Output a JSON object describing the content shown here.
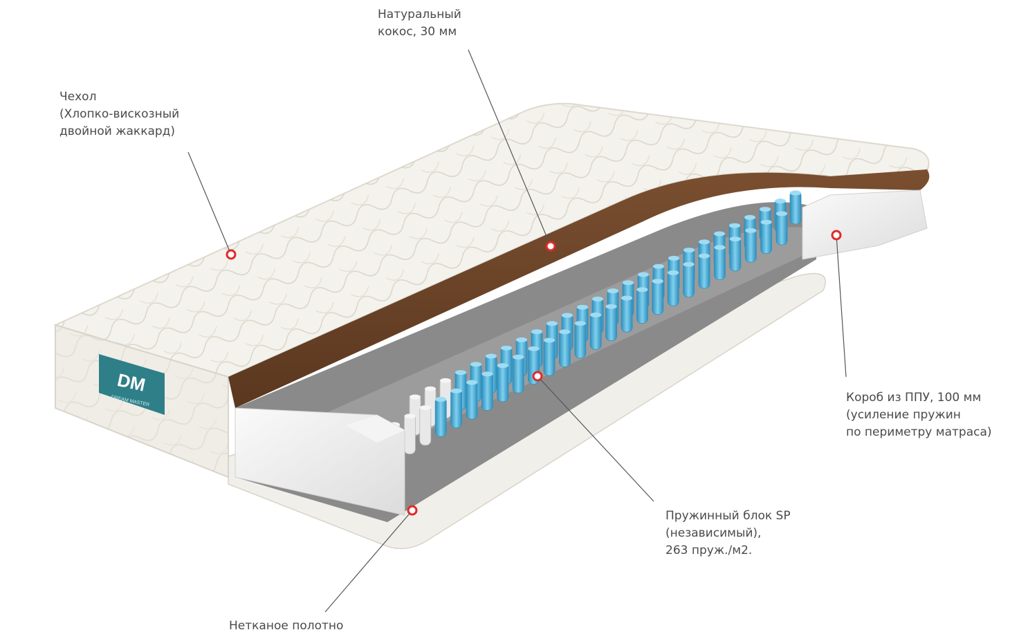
{
  "labels": {
    "cover": [
      "Чехол",
      "(Хлопко-вискозный",
      "двойной жаккард)"
    ],
    "coconut": [
      "Натуральный",
      "кокос, 30 мм"
    ],
    "box": [
      "Короб из ППУ, 100 мм",
      "(усиление пружин",
      "по периметру матраса)"
    ],
    "springs": [
      "Пружинный блок SP",
      "(независимый),",
      "263 пруж./м2."
    ],
    "felt": [
      "Нетканое полотно"
    ]
  },
  "logo": {
    "text": "DM",
    "subtext": "DREAM MASTER"
  },
  "colors": {
    "quilt": "#f4f2ec",
    "quilt_line": "#d6d2c6",
    "coconut": "#6b4428",
    "foam": "#eeeeee",
    "felt": "#8a8a8a",
    "spring": "#58b6dc",
    "spring_dark": "#2f8fbd",
    "logo": "#2e7f88",
    "marker": "#e02a2a",
    "leader": "#555555"
  }
}
